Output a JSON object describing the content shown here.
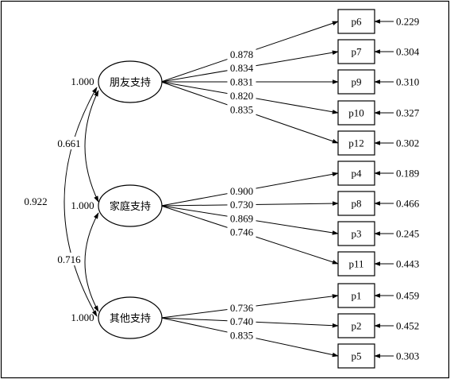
{
  "factors": [
    {
      "id": "f1",
      "label": "朋友支持",
      "variance": "1.000",
      "indicators": [
        {
          "name": "p6",
          "loading": "0.878",
          "error": "0.229"
        },
        {
          "name": "p7",
          "loading": "0.834",
          "error": "0.304"
        },
        {
          "name": "p9",
          "loading": "0.831",
          "error": "0.310"
        },
        {
          "name": "p10",
          "loading": "0.820",
          "error": "0.327"
        },
        {
          "name": "p12",
          "loading": "0.835",
          "error": "0.302"
        }
      ]
    },
    {
      "id": "f2",
      "label": "家庭支持",
      "variance": "1.000",
      "indicators": [
        {
          "name": "p4",
          "loading": "0.900",
          "error": "0.189"
        },
        {
          "name": "p8",
          "loading": "0.730",
          "error": "0.466"
        },
        {
          "name": "p3",
          "loading": "0.869",
          "error": "0.245"
        },
        {
          "name": "p11",
          "loading": "0.746",
          "error": "0.443"
        }
      ]
    },
    {
      "id": "f3",
      "label": "其他支持",
      "variance": "1.000",
      "indicators": [
        {
          "name": "p1",
          "loading": "0.736",
          "error": "0.459"
        },
        {
          "name": "p2",
          "loading": "0.740",
          "error": "0.452"
        },
        {
          "name": "p5",
          "loading": "0.835",
          "error": "0.303"
        }
      ]
    }
  ],
  "correlations": {
    "f1_f2": "0.661",
    "f2_f3": "0.716",
    "f1_f3": "0.922"
  }
}
